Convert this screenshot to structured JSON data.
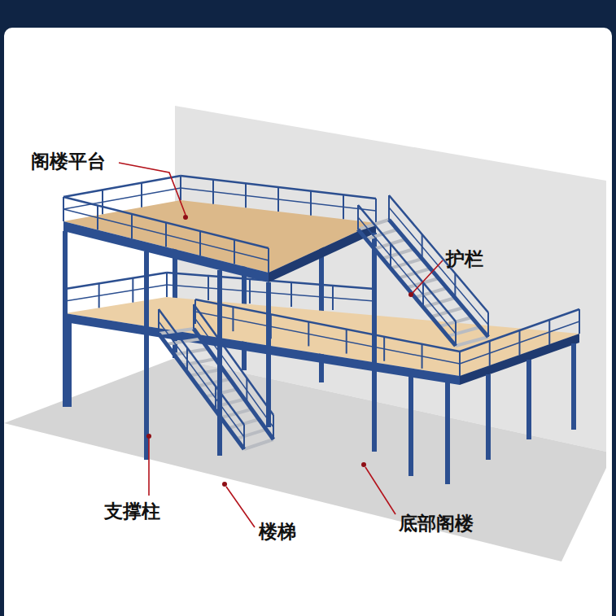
{
  "diagram": {
    "labels": [
      "阁楼平台",
      "护栏",
      "支撑柱",
      "楼梯",
      "底部阁楼"
    ]
  }
}
